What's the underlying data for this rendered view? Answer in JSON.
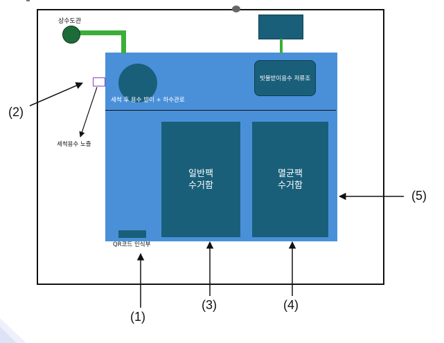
{
  "labels": {
    "water_pipe": "상수도관",
    "reservoir": "빗물받이용수 저류조",
    "sink": "세척 후 용수 받이 + 하수관로",
    "washer_outlet": "세척용수 노즐",
    "bin_general_line1": "일반팩",
    "bin_general_line2": "수거함",
    "bin_sterile_line1": "멸균팩",
    "bin_sterile_line2": "수거함",
    "qr_reader": "QR코드 인식부"
  },
  "callouts": {
    "n1": "(1)",
    "n2": "(2)",
    "n3": "(3)",
    "n4": "(4)",
    "n5": "(5)"
  },
  "colors": {
    "panel": "#4a90d9",
    "component": "#1a5f7a",
    "pipe": "#3cae38",
    "water_pipe_node": "#1e6b3a",
    "outlet": "#8a3fb8"
  }
}
